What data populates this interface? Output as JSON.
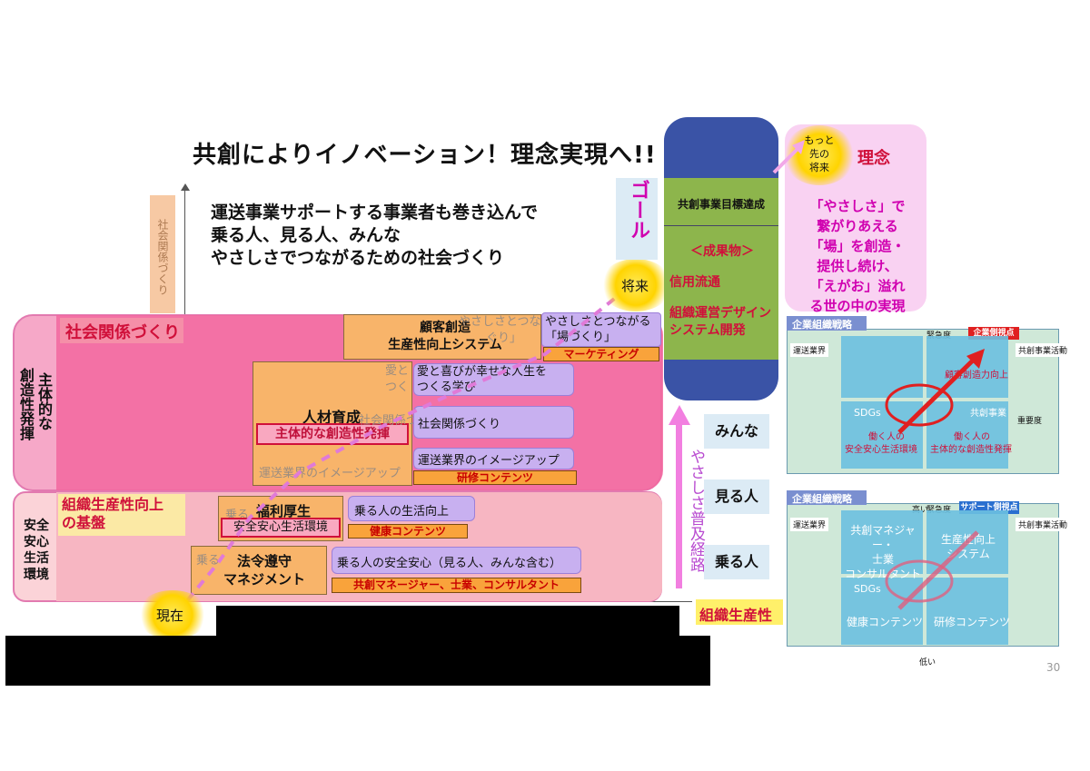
{
  "title": "共創によりイノベーション！理念実現へ!!",
  "subtitle": [
    "運送事業サポートする事業者も巻き込んで",
    "乗る人、見る人、みんな",
    "やさしさでつながるための社会づくり"
  ],
  "axis_label": "社会関係づくり",
  "bands": {
    "top": {
      "side_a": "主体的な",
      "side_b": "創造性発揮",
      "title": "社会関係づくり"
    },
    "bottom": {
      "side_a": "安全",
      "side_b": "安心",
      "side_c": "生活",
      "side_d": "環境",
      "title_1": "組織生産性向上",
      "title_2": "の基盤"
    }
  },
  "boxes": {
    "kokyaku": {
      "line1": "顧客創造",
      "line2": "生産性向上システム"
    },
    "yasashisa": {
      "line1": "やさしさとつながる",
      "line2": "「場づくり」",
      "tag": "マーケティング"
    },
    "ghost1": {
      "line1": "やさしさとつな",
      "line2": "ぐり」"
    },
    "jinzai": {
      "line1": "人材育成",
      "line2": "主体的な創造性発揮"
    },
    "ghost_ai": {
      "line1": "愛と",
      "line2": "つく"
    },
    "ghost_kankei": "社会関係づ",
    "ghost_image": "運送業界のイメージアップ",
    "ai": {
      "line1": "愛と喜びが幸せな人生を",
      "line2": "つくる学び"
    },
    "shakai": "社会関係づくり",
    "image": "運送業界のイメージアップ",
    "kenshu": "研修コンテンツ",
    "fukuri": {
      "line1": "福利厚生",
      "line2": "安全安心生活環境"
    },
    "ghost_noru": "乗る",
    "seikatsu": "乗る人の生活向上",
    "kenko": "健康コンテンツ",
    "hourei": {
      "line1": "法令遵守",
      "line2": "マネジメント"
    },
    "anshin": "乗る人の安全安心（見る人、みんな含む）",
    "kyoso": "共創マネージャー、士業、コンサルタント"
  },
  "markers": {
    "genzai": "現在",
    "shorai": "将来",
    "motto": [
      "もっと",
      "先の",
      "将来"
    ]
  },
  "goal": {
    "label": "ゴール",
    "top": "共創事業目標達成",
    "seika": "＜成果物＞",
    "item1": "信用流通",
    "item2": "組織運営デザイン",
    "item3": "システム開発"
  },
  "rinen": {
    "title": "理念",
    "lines": [
      "「やさしさ」で",
      "繋がりあえる",
      "「場」を創造・",
      "提供し続け、",
      "「えがお」溢れ",
      "る世の中の実現"
    ]
  },
  "route": {
    "label": "やさしさ普及経路",
    "minna": "みんな",
    "miru": "見る人",
    "noru": "乗る人"
  },
  "x_axis": "組織生産性",
  "matrix_top": {
    "title": "企業組織戦略",
    "badge": "企業側視点",
    "tag1": "運送業界",
    "tag2": "共創事業活動",
    "c1": "SDGs",
    "c2": "顧客創造力向上",
    "c3": "働く人の",
    "c4": "安全安心生活環境",
    "c5": "働く人の",
    "c6": "主体的な創造性発揮",
    "c7": "共創事業",
    "k1": "緊急度",
    "k2": "重要度"
  },
  "matrix_bot": {
    "title": "企業組織戦略",
    "badge": "サポート側視点",
    "tag1": "運送業界",
    "tag2": "共創事業活動",
    "c1": "共創マネジャー・",
    "c2": "士業",
    "c3": "コンサルタント",
    "c4": "生産性向上",
    "c5": "システム",
    "c6": "SDGs",
    "c7": "健康コンテンツ",
    "c8": "研修コンテンツ",
    "k1": "緊急度",
    "k2": "低い",
    "k3": "高い"
  },
  "page_number": "30"
}
